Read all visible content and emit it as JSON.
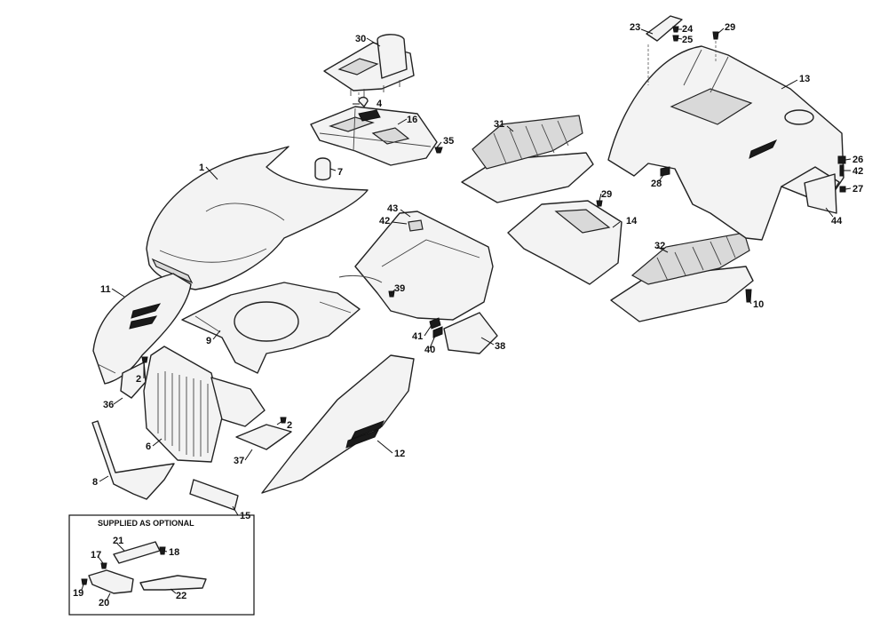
{
  "optional_box": {
    "title": "SUPPLIED AS OPTIONAL"
  },
  "callouts": {
    "c1": "1",
    "c2a": "2",
    "c2b": "2",
    "c4": "4",
    "c6": "6",
    "c7": "7",
    "c8": "8",
    "c9": "9",
    "c10": "10",
    "c11": "11",
    "c12": "12",
    "c13": "13",
    "c14": "14",
    "c15": "15",
    "c16": "16",
    "c17": "17",
    "c18": "18",
    "c19": "19",
    "c20": "20",
    "c21": "21",
    "c22": "22",
    "c23": "23",
    "c24": "24",
    "c25": "25",
    "c26": "26",
    "c27": "27",
    "c28": "28",
    "c29a": "29",
    "c29b": "29",
    "c30": "30",
    "c31": "31",
    "c32": "32",
    "c35": "35",
    "c36": "36",
    "c37": "37",
    "c38": "38",
    "c39": "39",
    "c40": "40",
    "c41": "41",
    "c42a": "42",
    "c42b": "42",
    "c43": "43",
    "c44": "44"
  },
  "colors": {
    "line": "#222222",
    "fill": "#f3f3f3",
    "background": "#ffffff"
  }
}
